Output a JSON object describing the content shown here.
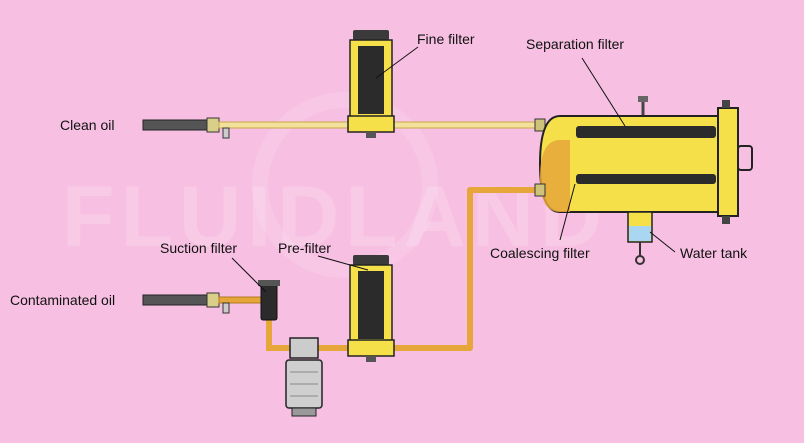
{
  "diagram": {
    "watermark": "FLUIDLAND",
    "labels": {
      "clean_oil": "Clean oil",
      "fine_filter": "Fine filter",
      "separation_filter": "Separation filter",
      "suction_filter": "Suction filter",
      "pre_filter": "Pre-filter",
      "coalescing_filter": "Coalescing filter",
      "water_tank": "Water tank",
      "contaminated_oil": "Contaminated oil"
    }
  },
  "colors": {
    "background": "#f7c0e2",
    "pipe": "#e6a63a",
    "pipe_light": "#f3e09a",
    "vessel": "#f5e04a",
    "element": "#2b2b2b",
    "water": "#a9d6f0",
    "outline": "#222222"
  }
}
